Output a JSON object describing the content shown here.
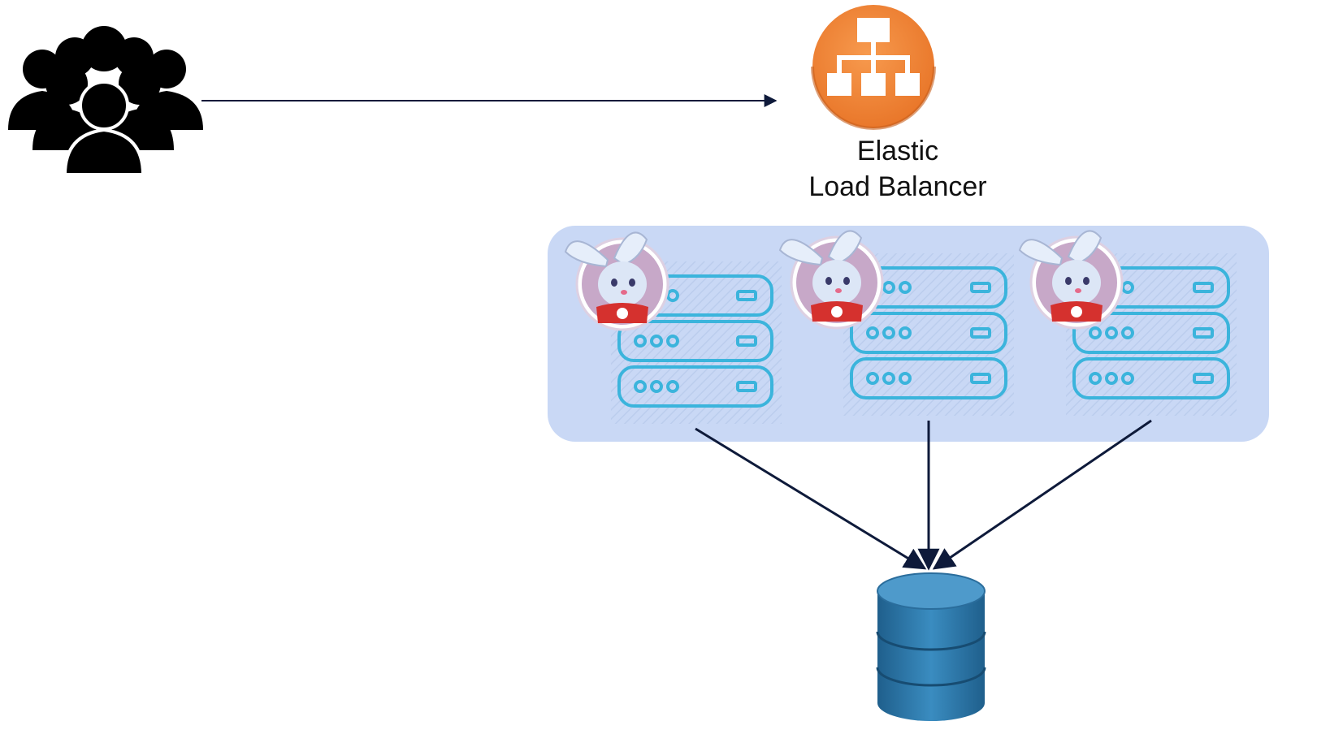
{
  "diagram": {
    "load_balancer": {
      "label_line1": "Elastic",
      "label_line2": "Load Balancer",
      "icon": "elb-icon",
      "color": "#F58536"
    },
    "users": {
      "icon": "users-group-icon",
      "color": "#000000"
    },
    "server_group": {
      "background": "#C9D8F5",
      "server_color": "#3BB4DC",
      "mascot_icon": "rabbit-mascot-icon",
      "nodes": [
        {
          "id": "node-1"
        },
        {
          "id": "node-2"
        },
        {
          "id": "node-3"
        }
      ]
    },
    "database": {
      "icon": "database-icon",
      "color": "#2F7FB0"
    },
    "arrow_color": "#0E1A3A"
  }
}
